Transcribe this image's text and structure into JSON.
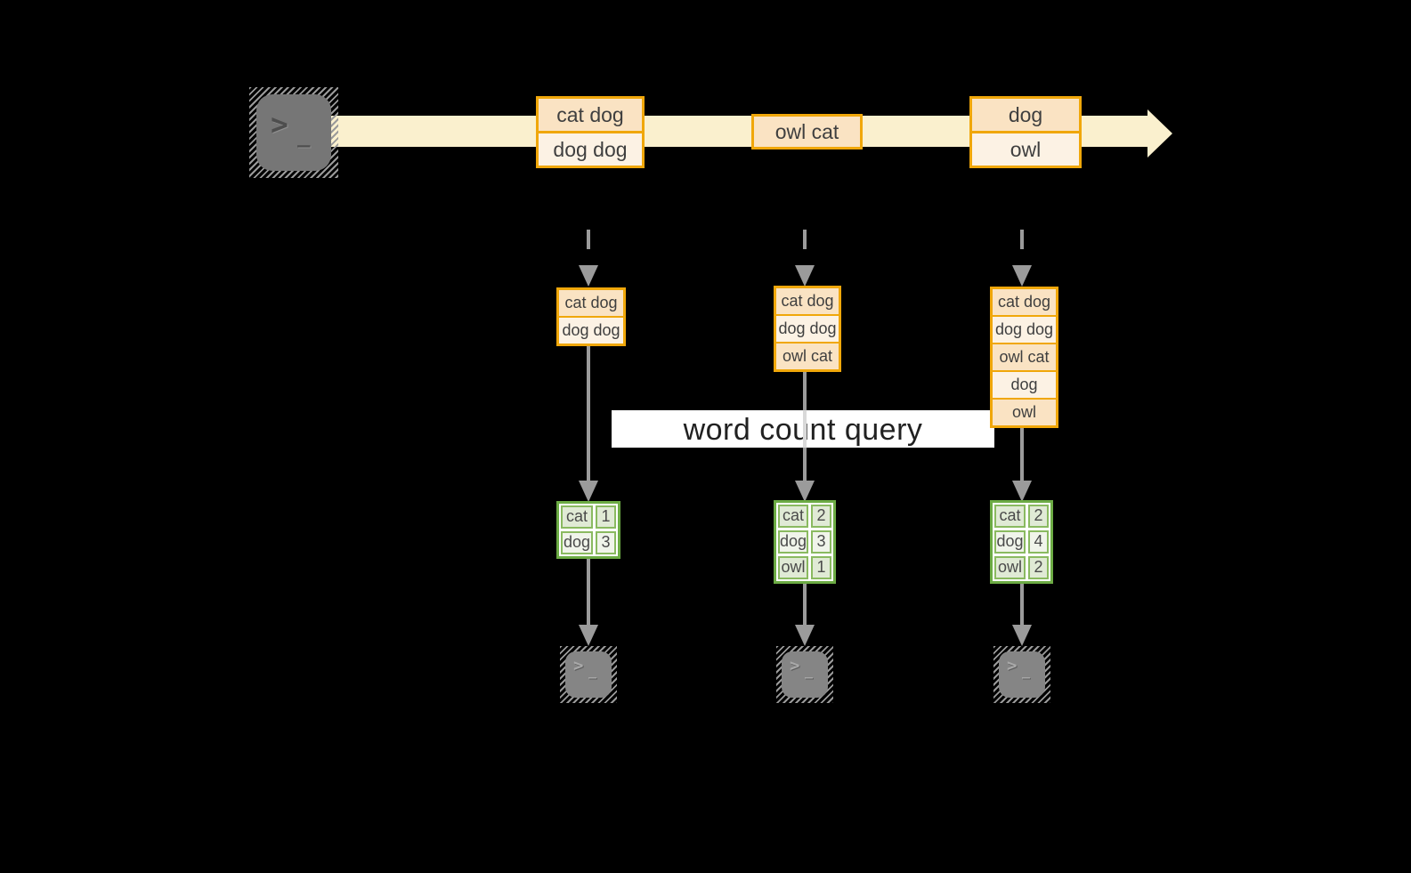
{
  "colors": {
    "background": "#000000",
    "stream_band": "#FAF0CE",
    "event_border": "#F0A70A",
    "event_fill_dark": "#FAE3C3",
    "event_fill_light": "#FCF2E4",
    "table_border": "#6CAB44",
    "table_fill_dark": "#E0EAD5",
    "table_fill_light": "#F0F4EA",
    "arrow_gray": "#9B9B9B",
    "query_banner_bg": "#FFFFFF",
    "query_text": "#212121",
    "terminal_fill": "#7E7E7E"
  },
  "icons": {
    "terminal_prompt_chevron": ">",
    "terminal_prompt_underscore": "_"
  },
  "stream": {
    "events": [
      {
        "rows": [
          "cat dog",
          "dog dog"
        ]
      },
      {
        "rows": [
          "owl cat"
        ]
      },
      {
        "rows": [
          "dog",
          "owl"
        ]
      }
    ]
  },
  "query": {
    "label": "word count query"
  },
  "columns": [
    {
      "state_rows": [
        "cat dog",
        "dog dog"
      ],
      "counts": [
        {
          "word": "cat",
          "count": "1"
        },
        {
          "word": "dog",
          "count": "3"
        }
      ]
    },
    {
      "state_rows": [
        "cat dog",
        "dog dog",
        "owl cat"
      ],
      "counts": [
        {
          "word": "cat",
          "count": "2"
        },
        {
          "word": "dog",
          "count": "3"
        },
        {
          "word": "owl",
          "count": "1"
        }
      ]
    },
    {
      "state_rows": [
        "cat dog",
        "dog dog",
        "owl cat",
        "dog",
        "owl"
      ],
      "counts": [
        {
          "word": "cat",
          "count": "2"
        },
        {
          "word": "dog",
          "count": "4"
        },
        {
          "word": "owl",
          "count": "2"
        }
      ]
    }
  ]
}
